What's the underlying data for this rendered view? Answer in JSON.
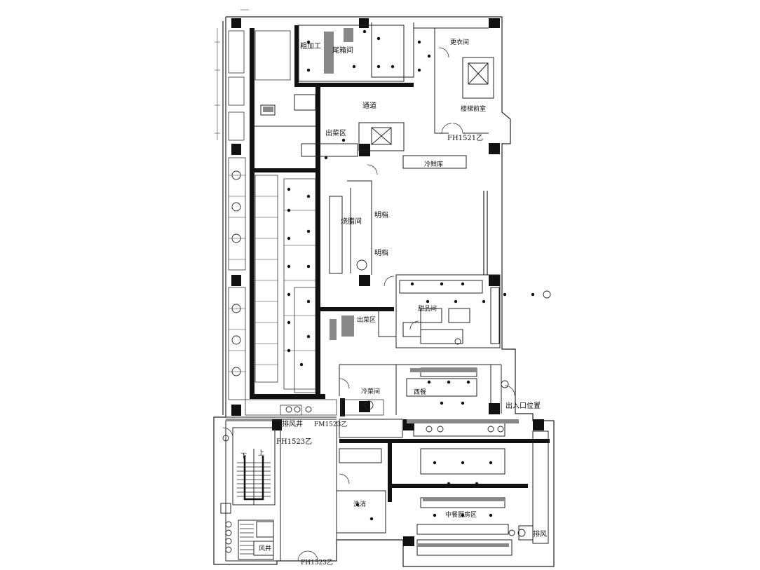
{
  "rooms": {
    "rough_processing": "粗加工",
    "tail_room": "尾箱间",
    "changing_room": "更衣间",
    "elevator_hall": "楼梯前室",
    "corridor": "通道",
    "serving_area_1": "出菜区",
    "fire_door_1": "FH1521乙",
    "cold_storage": "冷鲜库",
    "bright_stall_1": "明档",
    "bright_stall_2": "明档",
    "roast_room": "烧腊间",
    "dessert_room": "甜品间",
    "serving_area_2": "出菜区",
    "cold_dish_room": "冷菜间",
    "western_kitchen": "西餐",
    "entrance": "出入口位置",
    "smoke_shaft_1": "排风井",
    "fire_door_2": "FM1523乙",
    "fire_door_3": "FH1523乙",
    "stair_down": "下",
    "stair_up": "上",
    "wash_room": "洗消",
    "chinese_kitchen": "中餐厨房区",
    "smoke_shaft_2": "排风",
    "air_shaft": "风井",
    "fire_door_4": "FH1523乙"
  }
}
